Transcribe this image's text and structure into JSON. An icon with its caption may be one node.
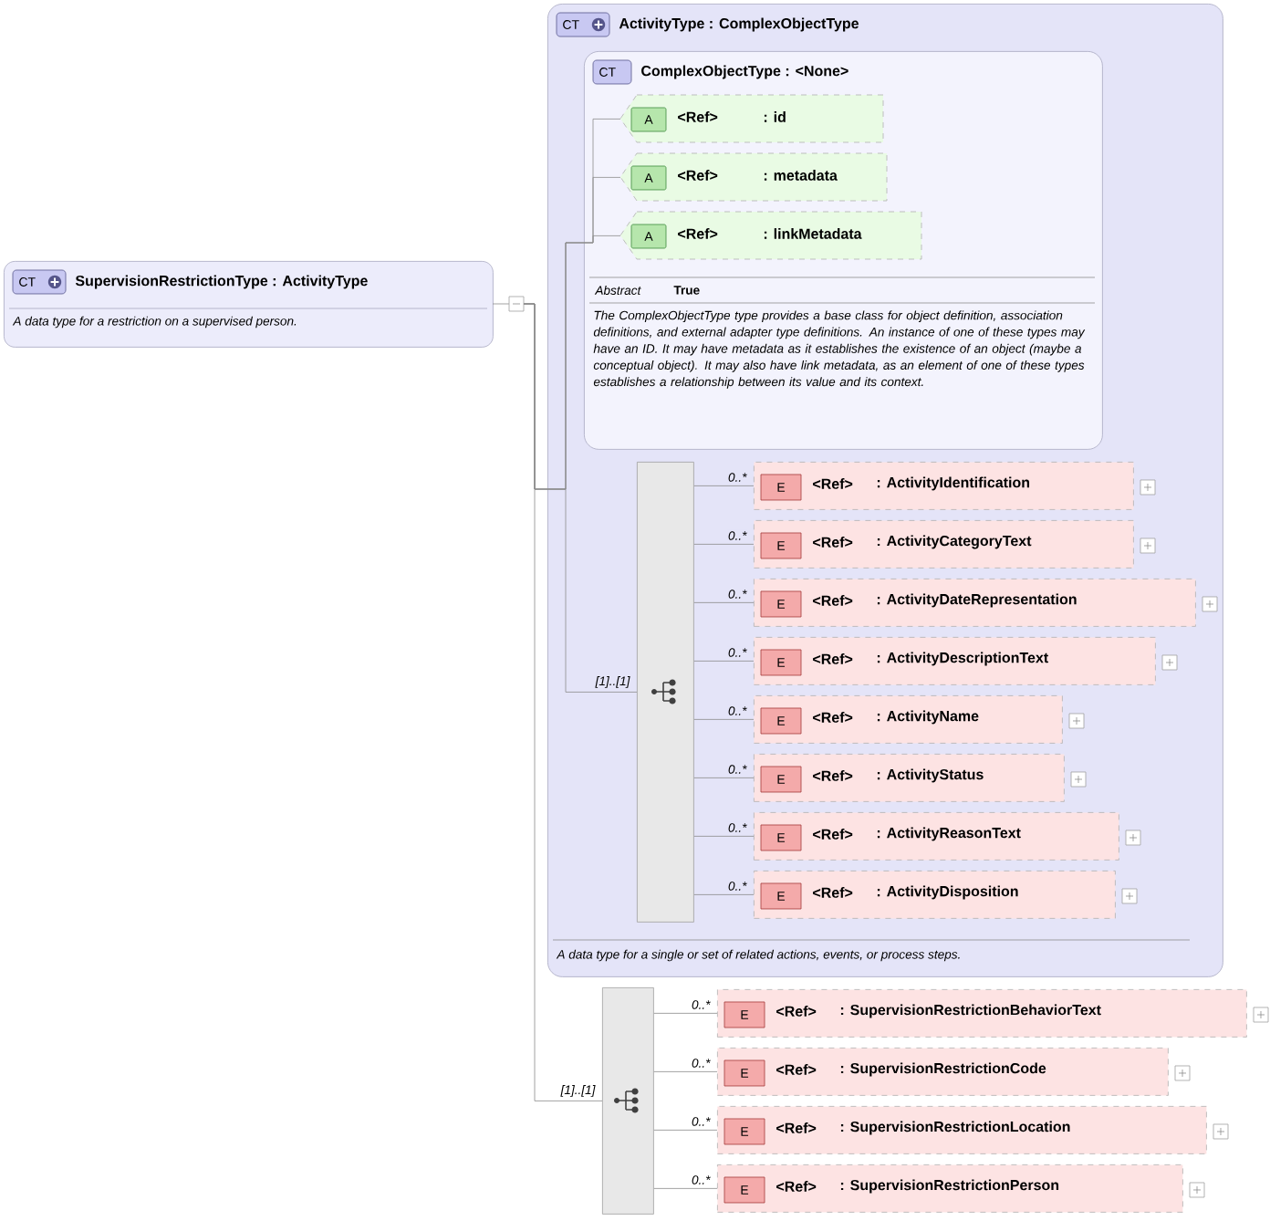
{
  "diagram": {
    "nodes": [
      {
        "text": [
          "CT",
          "SupervisionRestrictionType : ActivityType",
          "A data type for a restriction on a supervised person."
        ]
      },
      {
        "text": [
          "CT",
          "ActivityType : ComplexObjectType",
          "A data type for a single or set of related actions, events, or process steps."
        ]
      },
      {
        "text": [
          "CT",
          "ComplexObjectType : <None>",
          "Abstract",
          "True",
          "The ComplexObjectType type provides a base class for object definition, association definitions, and external adapter type definitions. An instance of one of these types may have an ID. It may have metadata as it establishes the existence of an object (maybe a conceptual object). It may also have link metadata, as an element of one of these types establishes a relationship between its value and its context."
        ],
        "in": 1
      },
      {
        "text": [
          "A",
          "<Ref>",
          ": id"
        ],
        "in": 2
      },
      {
        "text": [
          "A",
          "<Ref>",
          ": metadata"
        ],
        "in": 2
      },
      {
        "text": [
          "A",
          "<Ref>",
          ": linkMetadata"
        ],
        "in": 2
      },
      {
        "text": [],
        "shape": "bar",
        "in": 1
      },
      {
        "text": [
          "E",
          "<Ref>",
          ": ActivityIdentification"
        ],
        "in": 1
      },
      {
        "text": [
          "E",
          "<Ref>",
          ": ActivityCategoryText"
        ],
        "in": 1
      },
      {
        "text": [
          "E",
          "<Ref>",
          ": ActivityDateRepresentation"
        ],
        "in": 1
      },
      {
        "text": [
          "E",
          "<Ref>",
          ": ActivityDescriptionText"
        ],
        "in": 1
      },
      {
        "text": [
          "E",
          "<Ref>",
          ": ActivityName"
        ],
        "in": 1
      },
      {
        "text": [
          "E",
          "<Ref>",
          ": ActivityStatus"
        ],
        "in": 1
      },
      {
        "text": [
          "E",
          "<Ref>",
          ": ActivityReasonText"
        ],
        "in": 1
      },
      {
        "text": [
          "E",
          "<Ref>",
          ": ActivityDisposition"
        ],
        "in": 1
      },
      {
        "text": [],
        "shape": "bar"
      },
      {
        "text": [
          "E",
          "<Ref>",
          ": SupervisionRestrictionBehaviorText"
        ]
      },
      {
        "text": [
          "E",
          "<Ref>",
          ": SupervisionRestrictionCode"
        ]
      },
      {
        "text": [
          "E",
          "<Ref>",
          ": SupervisionRestrictionLocation"
        ]
      },
      {
        "text": [
          "E",
          "<Ref>",
          ": SupervisionRestrictionPerson"
        ]
      }
    ],
    "edges": [
      {
        "from": 0,
        "to": 3,
        "arrow": "none"
      },
      {
        "from": 0,
        "to": 4,
        "arrow": "none"
      },
      {
        "from": 0,
        "to": 5,
        "arrow": "none"
      },
      {
        "from": 0,
        "to": 6,
        "arrow": "none",
        "label": "[1]..[1]"
      },
      {
        "from": 6,
        "to": 7,
        "arrow": "none",
        "label": "0..*"
      },
      {
        "from": 6,
        "to": 8,
        "arrow": "none",
        "label": "0..*"
      },
      {
        "from": 6,
        "to": 9,
        "arrow": "none",
        "label": "0..*"
      },
      {
        "from": 6,
        "to": 10,
        "arrow": "none",
        "label": "0..*"
      },
      {
        "from": 6,
        "to": 11,
        "arrow": "none",
        "label": "0..*"
      },
      {
        "from": 6,
        "to": 12,
        "arrow": "none",
        "label": "0..*"
      },
      {
        "from": 6,
        "to": 13,
        "arrow": "none",
        "label": "0..*"
      },
      {
        "from": 6,
        "to": 14,
        "arrow": "none",
        "label": "0..*"
      },
      {
        "from": 0,
        "to": 15,
        "arrow": "none",
        "label": "[1]..[1]"
      },
      {
        "from": 15,
        "to": 16,
        "arrow": "none",
        "label": "0..*"
      },
      {
        "from": 15,
        "to": 17,
        "arrow": "none",
        "label": "0..*"
      },
      {
        "from": 15,
        "to": 18,
        "arrow": "none",
        "label": "0..*"
      },
      {
        "from": 15,
        "to": 19,
        "arrow": "none",
        "label": "0..*"
      }
    ]
  }
}
